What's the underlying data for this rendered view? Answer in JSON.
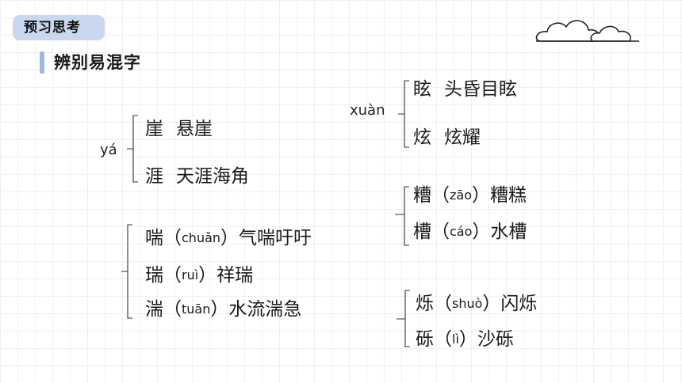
{
  "header": {
    "badge": "预习思考",
    "section_title": "辨别易混字"
  },
  "groups": {
    "ya": {
      "pinyin": "yá",
      "entries": [
        {
          "char": "崖",
          "word": "悬崖"
        },
        {
          "char": "涯",
          "word": "天涯海角"
        }
      ]
    },
    "xuan": {
      "pinyin": "xuàn",
      "entries": [
        {
          "char": "眩",
          "word": "头昏目眩"
        },
        {
          "char": "炫",
          "word": "炫耀"
        }
      ]
    },
    "chuan": {
      "entries": [
        {
          "char": "喘",
          "pinyin": "chuǎn",
          "word": "气喘吁吁"
        },
        {
          "char": "瑞",
          "pinyin": "ruì",
          "word": "祥瑞"
        },
        {
          "char": "湍",
          "pinyin": "tuān",
          "word": "水流湍急"
        }
      ]
    },
    "cao": {
      "entries": [
        {
          "char": "糟",
          "pinyin": "zāo",
          "word": "糟糕"
        },
        {
          "char": "槽",
          "pinyin": "cáo",
          "word": "水槽"
        }
      ]
    },
    "shuo": {
      "entries": [
        {
          "char": "烁",
          "pinyin": "shuò",
          "word": "闪烁"
        },
        {
          "char": "砾",
          "pinyin": "lì",
          "word": "沙砾"
        }
      ]
    }
  },
  "punct": {
    "open": "（",
    "close": "）"
  }
}
